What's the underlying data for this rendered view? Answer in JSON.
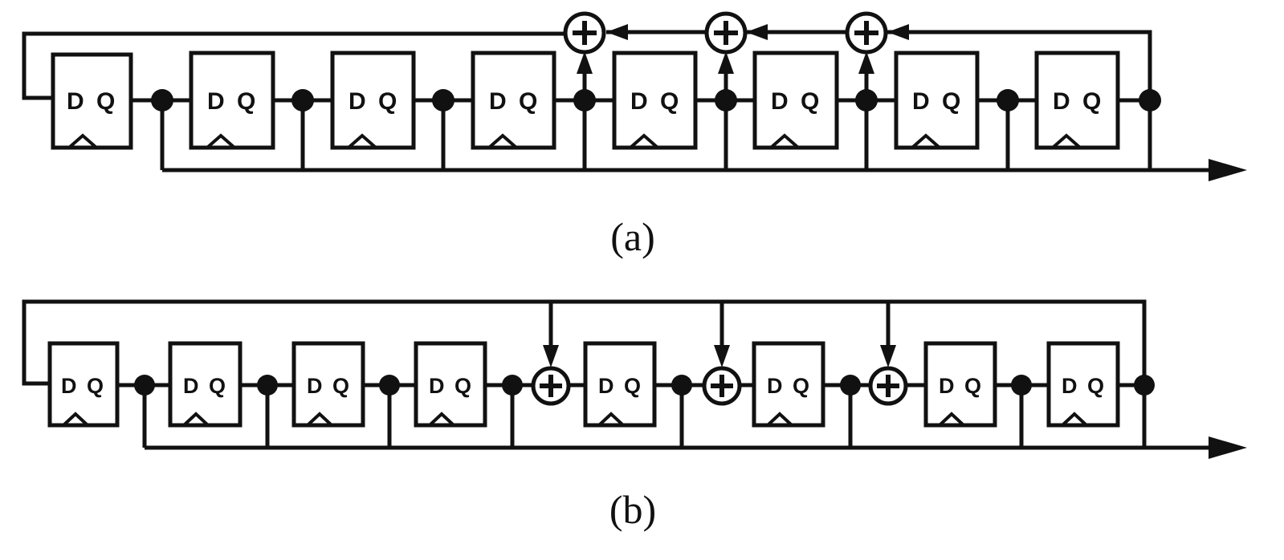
{
  "diagram": {
    "title": "",
    "colors": {
      "stroke": "#111111",
      "background": "#ffffff"
    },
    "panels": [
      {
        "caption": "(a)",
        "kind": "fibonacci-lfsr",
        "flipflops": [
          {
            "d_label": "D",
            "q_label": "Q"
          },
          {
            "d_label": "D",
            "q_label": "Q"
          },
          {
            "d_label": "D",
            "q_label": "Q"
          },
          {
            "d_label": "D",
            "q_label": "Q"
          },
          {
            "d_label": "D",
            "q_label": "Q"
          },
          {
            "d_label": "D",
            "q_label": "Q"
          },
          {
            "d_label": "D",
            "q_label": "Q"
          },
          {
            "d_label": "D",
            "q_label": "Q"
          }
        ],
        "xor_gates": 3,
        "xor_symbol": "⊕"
      },
      {
        "caption": "(b)",
        "kind": "galois-lfsr",
        "flipflops": [
          {
            "d_label": "D",
            "q_label": "Q"
          },
          {
            "d_label": "D",
            "q_label": "Q"
          },
          {
            "d_label": "D",
            "q_label": "Q"
          },
          {
            "d_label": "D",
            "q_label": "Q"
          },
          {
            "d_label": "D",
            "q_label": "Q"
          },
          {
            "d_label": "D",
            "q_label": "Q"
          },
          {
            "d_label": "D",
            "q_label": "Q"
          },
          {
            "d_label": "D",
            "q_label": "Q"
          }
        ],
        "xor_gates": 3,
        "xor_symbol": "⊕"
      }
    ]
  }
}
